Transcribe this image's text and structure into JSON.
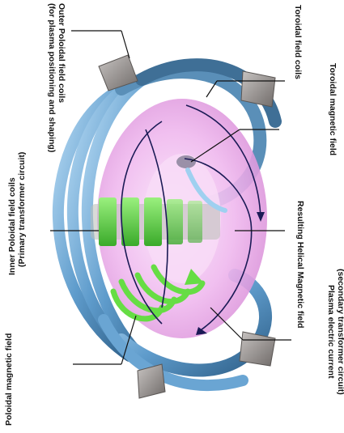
{
  "labels": {
    "outer_poloidal_line1": "Outer Poloidal field coils",
    "outer_poloidal_line2": "(for plasma positioning and shaping)",
    "toroidal_coils": "Toroidal field coils",
    "toroidal_field": "Toroidal magnetic field",
    "helical_field": "Resulting Helical Magnetic field",
    "plasma_current_line1": "Plasma electric current",
    "plasma_current_line2": "(secondary transformer circuit)",
    "poloidal_field": "Poloidal magnetic field",
    "inner_poloidal_line1": "Inner Poloidal field coils",
    "inner_poloidal_line2": "(Primary transformer circuit)"
  },
  "colors": {
    "plasma_torus": "#f3c6f2",
    "toroidal_coil": "#7fb2dc",
    "outer_coil": "#9aa7b2",
    "inner_coil": "#5fd84a",
    "poloidal_arrows": "#66dd44",
    "field_lines": "#1a1a55"
  }
}
